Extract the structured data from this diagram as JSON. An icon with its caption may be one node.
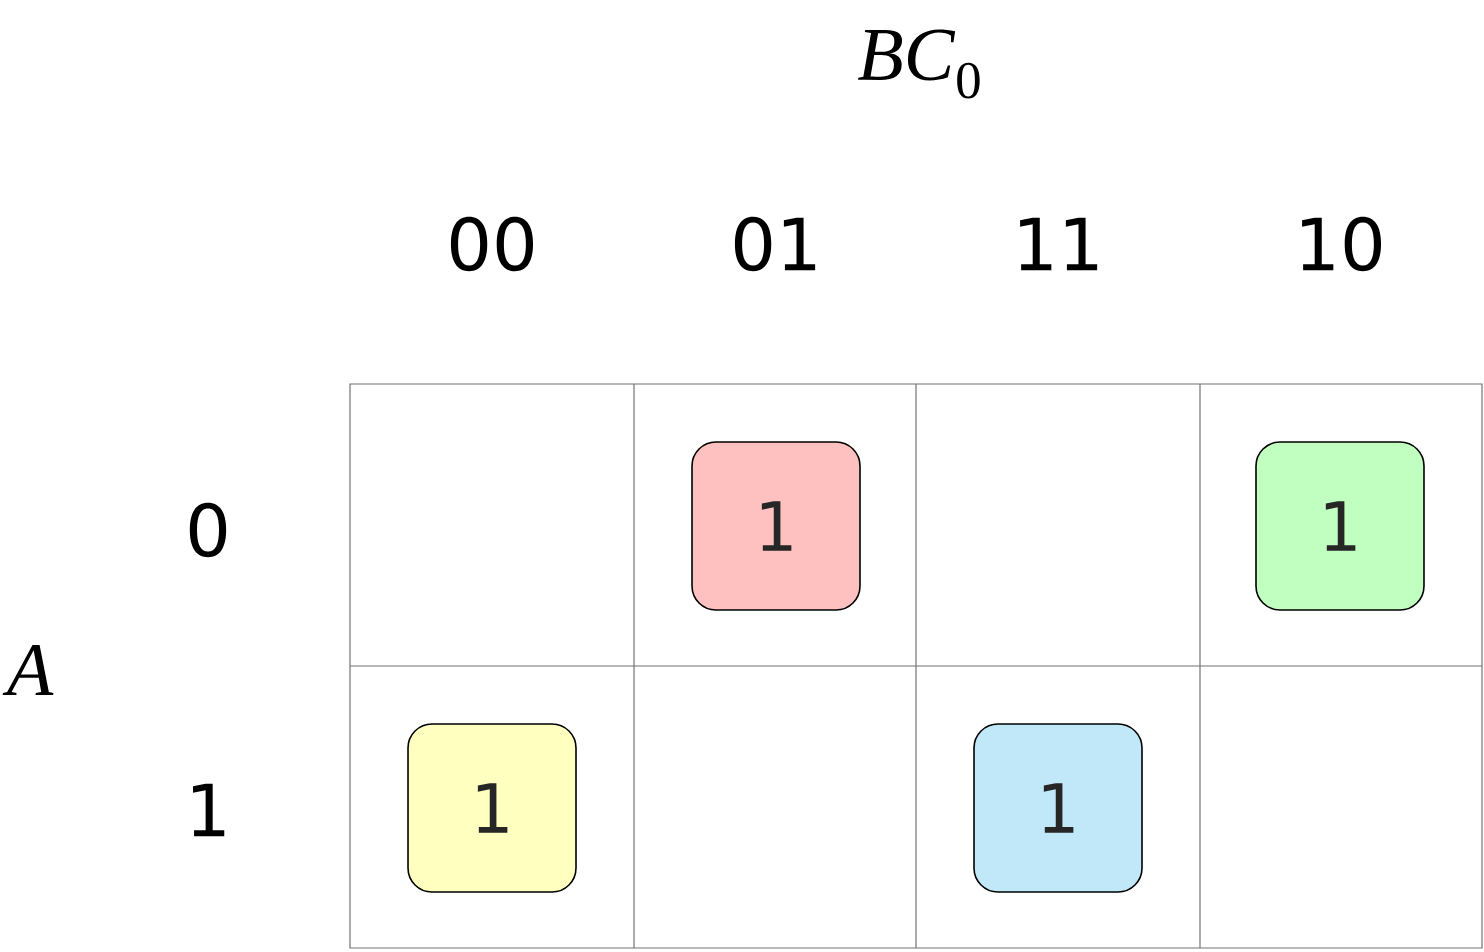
{
  "diagram": {
    "nodes": [
      {
        "text": [
          "1"
        ]
      },
      {
        "text": [
          "1"
        ]
      },
      {
        "text": [
          "1"
        ]
      },
      {
        "text": [
          "1"
        ]
      }
    ],
    "labels": [
      "*BC*$_{0}$",
      "00",
      "01",
      "11",
      "10",
      "0",
      "A",
      "1"
    ]
  }
}
